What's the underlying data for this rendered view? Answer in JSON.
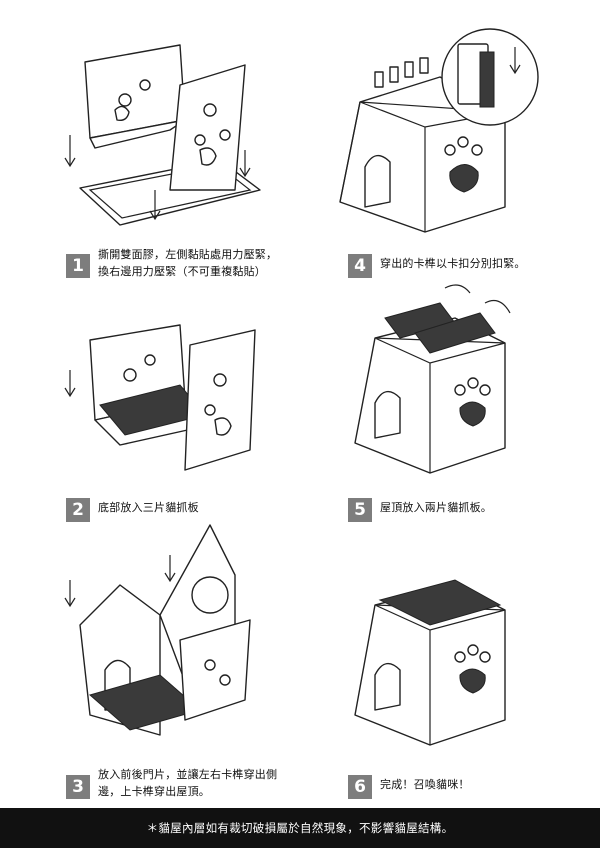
{
  "steps": [
    {
      "number": "1",
      "lines": [
        "撕開雙面膠，左側黏貼處用力壓緊，",
        "換右邊用力壓緊（不可重複黏貼）"
      ]
    },
    {
      "number": "2",
      "lines": [
        "底部放入三片貓抓板"
      ]
    },
    {
      "number": "3",
      "lines": [
        "放入前後門片，並讓左右卡榫穿出側",
        "邊，上卡榫穿出屋頂。"
      ]
    },
    {
      "number": "4",
      "lines": [
        "穿出的卡榫以卡扣分別扣緊。"
      ]
    },
    {
      "number": "5",
      "lines": [
        "屋頂放入兩片貓抓板。"
      ]
    },
    {
      "number": "6",
      "lines": [
        "完成！召喚貓咪！"
      ]
    }
  ],
  "footer": {
    "note": "＊貓屋內層如有裁切破損屬於自然現象，不影響貓屋結構。"
  },
  "icons": [
    "down-arrow-icon",
    "curved-arrow-icon",
    "paw-cutout-icon"
  ]
}
